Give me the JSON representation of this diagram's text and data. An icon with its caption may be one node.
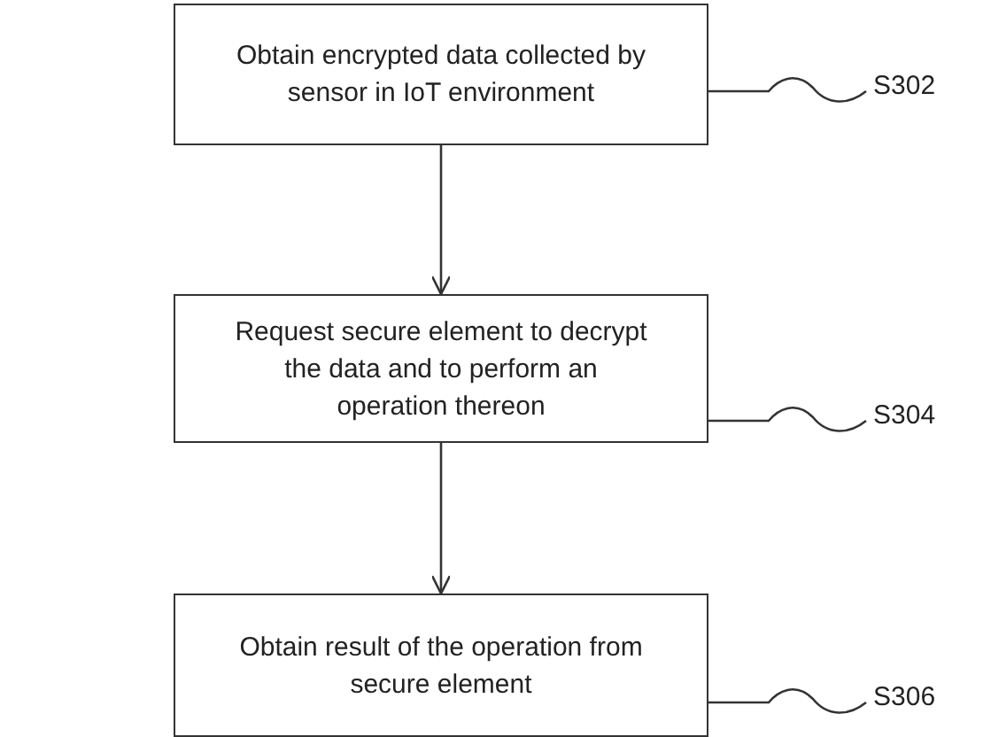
{
  "diagram": {
    "nodes": [
      {
        "text": [
          "Obtain encrypted data collected by sensor in IoT environment"
        ]
      },
      {
        "text": [
          "S302"
        ]
      },
      {
        "text": [
          "Request secure element to decrypt the data and to perform an operation thereon"
        ]
      },
      {
        "text": [
          "S304"
        ]
      },
      {
        "text": [
          "Obtain result of the operation from secure element"
        ]
      },
      {
        "text": [
          "S306"
        ]
      }
    ],
    "edges": [
      {
        "from": 0,
        "to": 2,
        "arrow": "to"
      },
      {
        "from": 2,
        "to": 4,
        "arrow": "to"
      },
      {
        "from": 1,
        "to": 0,
        "arrow": "none"
      },
      {
        "from": 3,
        "to": 2,
        "arrow": "none"
      },
      {
        "from": 5,
        "to": 4,
        "arrow": "none"
      }
    ]
  }
}
